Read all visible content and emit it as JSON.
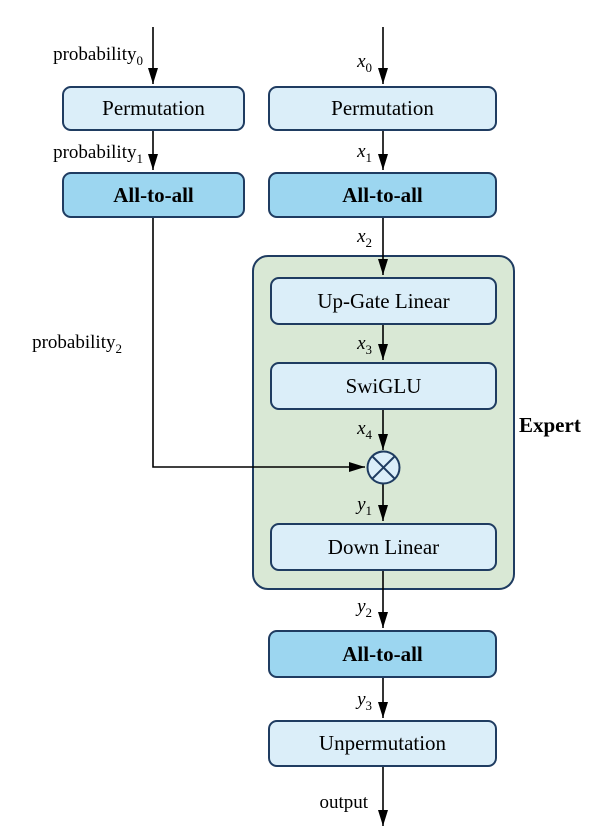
{
  "diagram_title": "moe-expert-flow",
  "colors": {
    "box_light": "#dbeef9",
    "box_accent": "#9cd6f0",
    "expert_bg": "#d9e8d5",
    "border": "#1f3c61",
    "arrow": "#000000",
    "background": "#ffffff"
  },
  "nodes": {
    "perm_prob": {
      "label": "Permutation"
    },
    "a2a_prob": {
      "label": "All-to-all"
    },
    "perm_x": {
      "label": "Permutation"
    },
    "a2a_x": {
      "label": "All-to-all"
    },
    "up_gate": {
      "label": "Up-Gate Linear"
    },
    "swiglu": {
      "label": "SwiGLU"
    },
    "down_linear": {
      "label": "Down Linear"
    },
    "a2a_out": {
      "label": "All-to-all"
    },
    "unpermutation": {
      "label": "Unpermutation"
    },
    "expert": {
      "label": "Expert"
    },
    "multiply": {
      "symbol": "circle-times"
    }
  },
  "edge_labels": {
    "probability0": {
      "base": "probability",
      "sub": "0"
    },
    "probability1": {
      "base": "probability",
      "sub": "1"
    },
    "probability2": {
      "base": "probability",
      "sub": "2"
    },
    "x0": {
      "base": "x",
      "sub": "0"
    },
    "x1": {
      "base": "x",
      "sub": "1"
    },
    "x2": {
      "base": "x",
      "sub": "2"
    },
    "x3": {
      "base": "x",
      "sub": "3"
    },
    "x4": {
      "base": "x",
      "sub": "4"
    },
    "y1": {
      "base": "y",
      "sub": "1"
    },
    "y2": {
      "base": "y",
      "sub": "2"
    },
    "y3": {
      "base": "y",
      "sub": "3"
    },
    "output": {
      "base": "output",
      "sub": ""
    }
  }
}
